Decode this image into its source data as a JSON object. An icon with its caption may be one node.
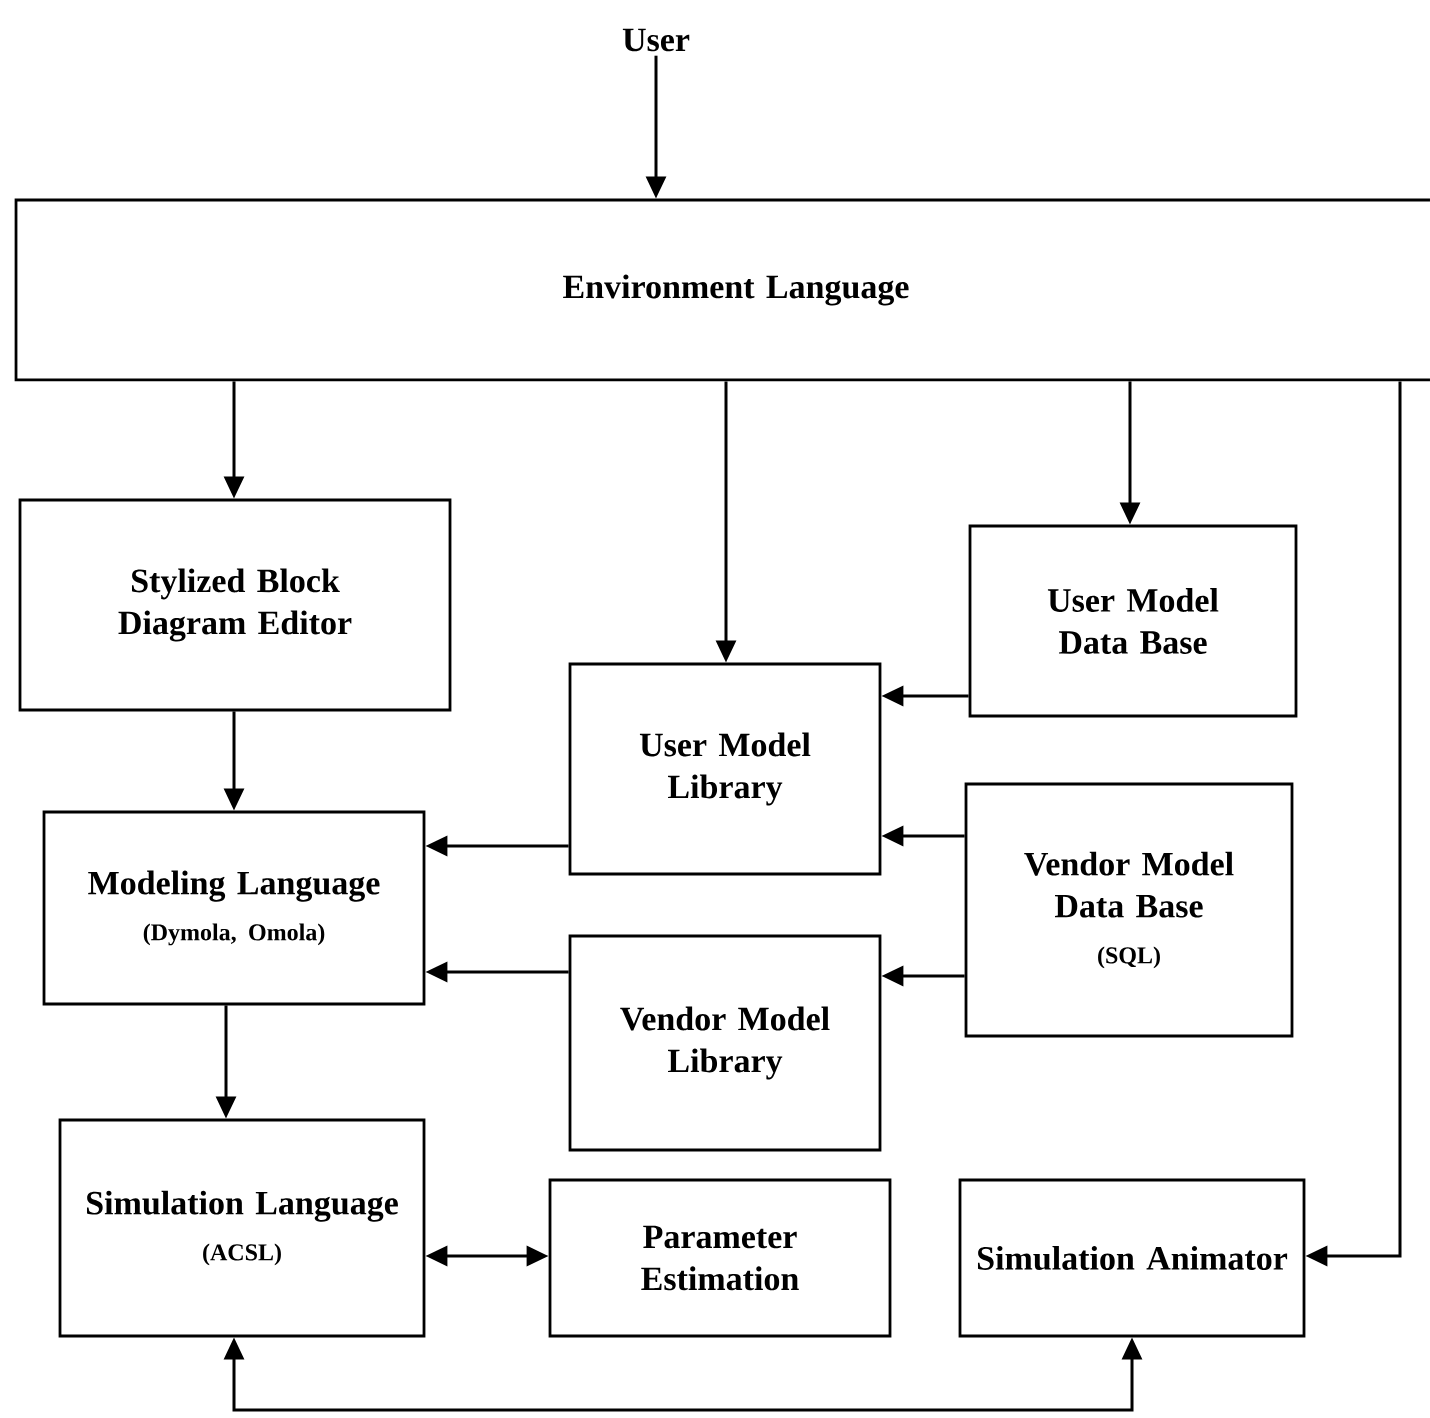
{
  "diagram": {
    "nodes": [
      {
        "text": [
          "User"
        ]
      },
      {
        "text": [
          "Environment Language"
        ]
      },
      {
        "text": [
          "Stylized Block Diagram Editor"
        ]
      },
      {
        "text": [
          "User Model Data Base"
        ]
      },
      {
        "text": [
          "User Model Library"
        ]
      },
      {
        "text": [
          "Modeling Language",
          "(Dymola, Omola)"
        ]
      },
      {
        "text": [
          "Vendor Model Data Base",
          "(SQL)"
        ]
      },
      {
        "text": [
          "Vendor Model Library"
        ]
      },
      {
        "text": [
          "Simulation Language",
          "(ACSL)"
        ]
      },
      {
        "text": [
          "Parameter Estimation"
        ]
      },
      {
        "text": [
          "Simulation Animator"
        ]
      }
    ],
    "edges": [
      {
        "from": 0,
        "to": 1,
        "arrow": "to"
      },
      {
        "from": 1,
        "to": 2,
        "arrow": "to"
      },
      {
        "from": 1,
        "to": 4,
        "arrow": "to"
      },
      {
        "from": 1,
        "to": 3,
        "arrow": "to"
      },
      {
        "from": 1,
        "to": 10,
        "arrow": "to"
      },
      {
        "from": 3,
        "to": 4,
        "arrow": "to"
      },
      {
        "from": 4,
        "to": 5,
        "arrow": "to"
      },
      {
        "from": 6,
        "to": 4,
        "arrow": "to"
      },
      {
        "from": 7,
        "to": 5,
        "arrow": "to"
      },
      {
        "from": 6,
        "to": 7,
        "arrow": "to"
      },
      {
        "from": 2,
        "to": 5,
        "arrow": "to"
      },
      {
        "from": 5,
        "to": 8,
        "arrow": "to"
      },
      {
        "from": 8,
        "to": 9,
        "arrow": "both"
      },
      {
        "from": 8,
        "to": 10,
        "arrow": "both"
      }
    ]
  }
}
